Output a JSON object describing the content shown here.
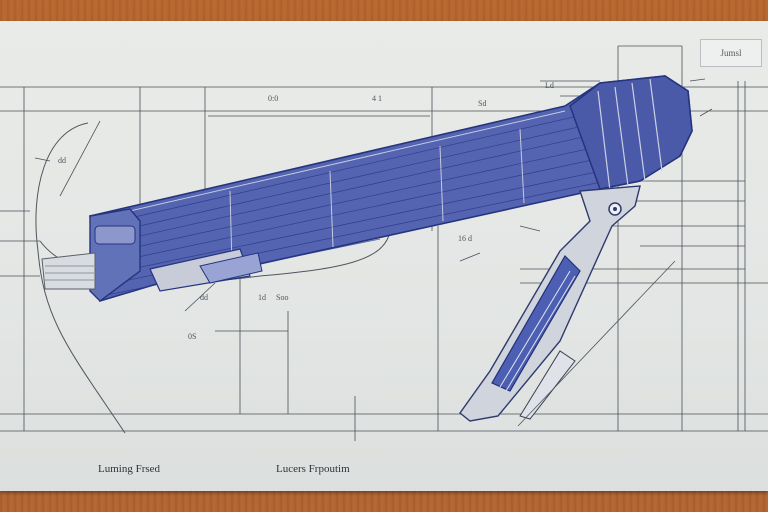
{
  "captions": {
    "left": "Luming Frsed",
    "right": "Lucers Frpoutim"
  },
  "stamp": {
    "label": "Jumsl"
  },
  "notes": [
    "dd",
    "0:0",
    "4 1",
    "Sd",
    "Ld",
    "1d",
    "dd",
    "0S",
    "16 d",
    "Soo"
  ],
  "colors": {
    "paper": "#e6e8e6",
    "linework": "#3a4048",
    "blueprint_blue": "#3346a0",
    "desk_wood": "#b0602b"
  }
}
